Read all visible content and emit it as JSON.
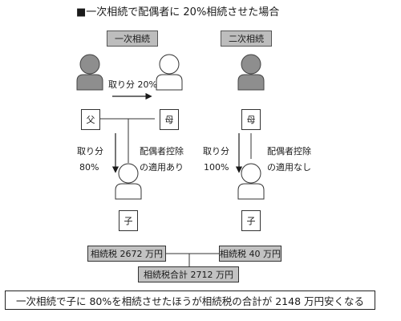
{
  "title": "■一次相続で配偶者に 20%相続させた場合",
  "first": {
    "label": "一次相続",
    "father": "父",
    "mother": "母",
    "child": "子",
    "spouse_share": "取り分 20%",
    "child_share_label": "取り分",
    "child_share_value": "80%",
    "deduction_line1": "配偶者控除",
    "deduction_line2": "の適用あり"
  },
  "second": {
    "label": "二次相続",
    "mother": "母",
    "child": "子",
    "child_share_label": "取り分",
    "child_share_value": "100%",
    "deduction_line1": "配偶者控除",
    "deduction_line2": "の適用なし"
  },
  "tax": {
    "first": "相続税 2672 万円",
    "second": "相続税 40 万円",
    "total": "相続税合計 2712 万円"
  },
  "conclusion": "一次相続で子に 80%を相続させたほうが相続税の合計が 2148 万円安くなる",
  "colors": {
    "deceased": "#8e8e8e",
    "label_bg": "#bdbdbd",
    "tax_bg": "#c2c2c2"
  }
}
